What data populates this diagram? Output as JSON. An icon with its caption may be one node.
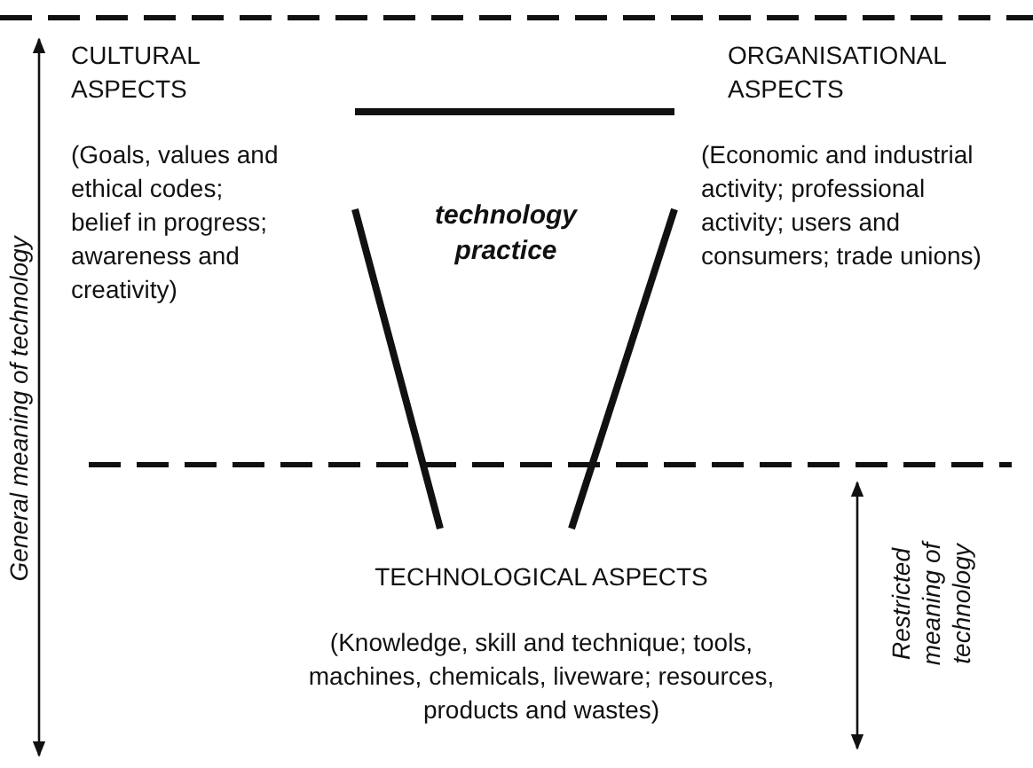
{
  "diagram": {
    "nodes": [
      {
        "text": [
          "CULTURAL ASPECTS",
          "(Goals, values and ethical codes; belief in progress; awareness and creativity)"
        ]
      },
      {
        "text": [
          "ORGANISATIONAL ASPECTS",
          "(Economic and industrial activity; professional activity; users and consumers; trade unions)"
        ]
      },
      {
        "text": [
          "TECHNOLOGICAL ASPECTS",
          "(Knowledge, skill and technique; tools, machines, chemicals, liveware; resources, products and wastes)"
        ]
      }
    ],
    "edges": [
      {
        "from": 0,
        "to": 1,
        "arrow": "none"
      },
      {
        "from": 0,
        "to": 2,
        "arrow": "none"
      },
      {
        "from": 1,
        "to": 2,
        "arrow": "none"
      }
    ],
    "labels": [
      "technology practice",
      "General meaning of technology",
      "Restricted meaning of technology"
    ]
  }
}
